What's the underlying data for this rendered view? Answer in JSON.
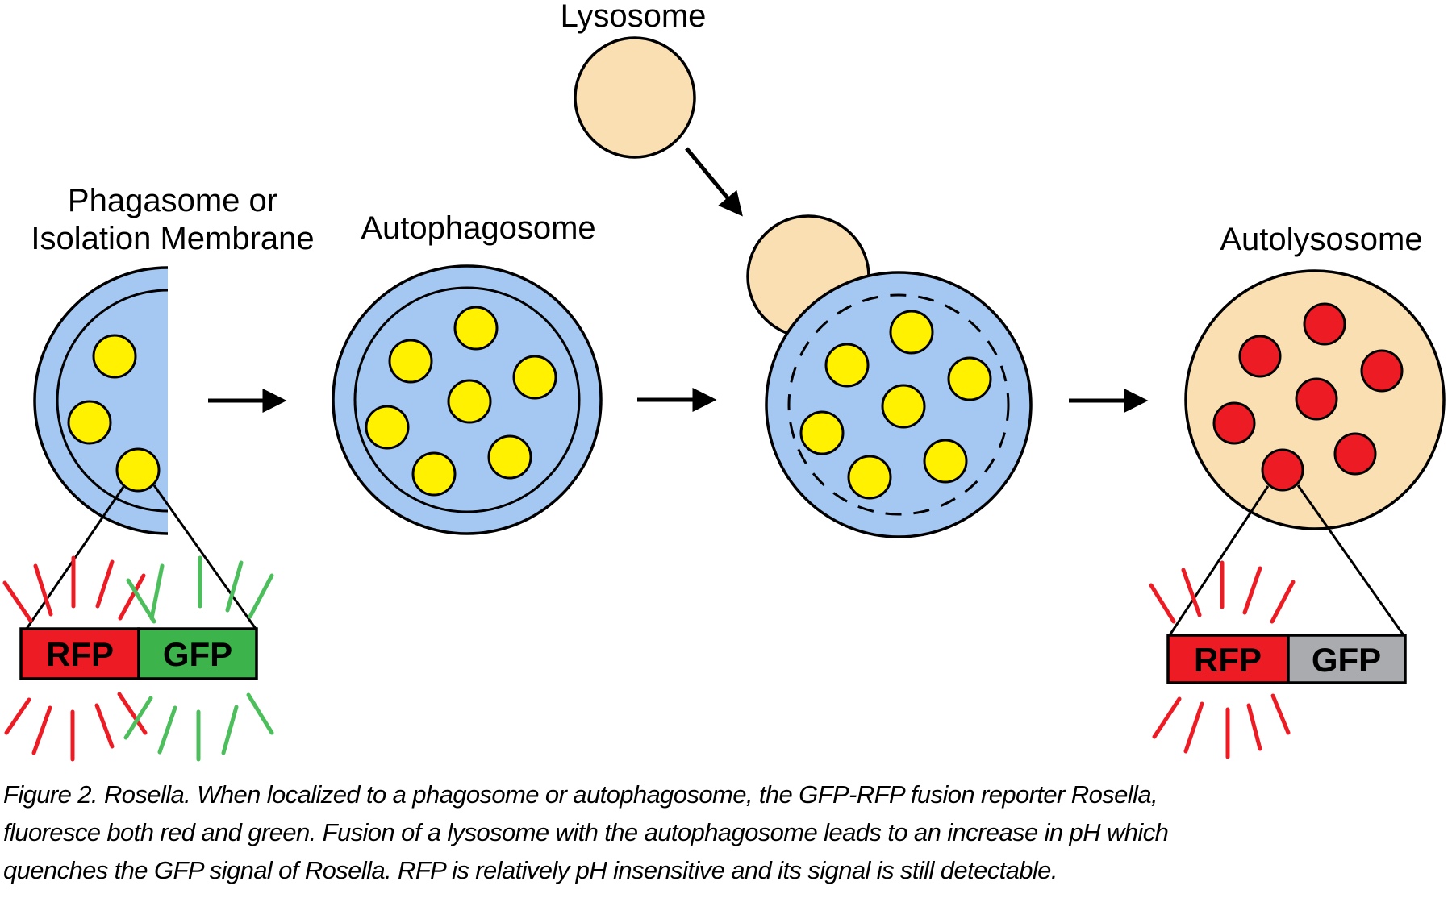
{
  "labels": {
    "lysosome": "Lysosome",
    "phagasome_line1": "Phagasome or",
    "phagasome_line2": "Isolation Membrane",
    "autophagosome": "Autophagosome",
    "autolysosome": "Autolysosome"
  },
  "reporter_left": {
    "rfp": "RFP",
    "gfp": "GFP"
  },
  "reporter_right": {
    "rfp": "RFP",
    "gfp": "GFP"
  },
  "caption": {
    "line1": "Figure 2. Rosella. When localized to a phagosome or autophagosome, the GFP-RFP fusion reporter Rosella,",
    "line2": "fluoresce both red and green. Fusion of a lysosome with the autophagosome leads to an increase in pH which",
    "line3": "quenches the GFP signal of Rosella. RFP is relatively pH insensitive and its signal is still detectable."
  },
  "colors": {
    "vesicle_blue": "#A5C8F3",
    "lysosome_tan": "#FADFB3",
    "cargo_yellow": "#FFF100",
    "cargo_red": "#ED1C24",
    "rfp_red": "#ED1C24",
    "gfp_green": "#3CB44B",
    "gfp_quenched_gray": "#A9ABAE",
    "outline": "#000000",
    "fluor_red": "#ED1C24",
    "fluor_green": "#4CBE5C"
  }
}
